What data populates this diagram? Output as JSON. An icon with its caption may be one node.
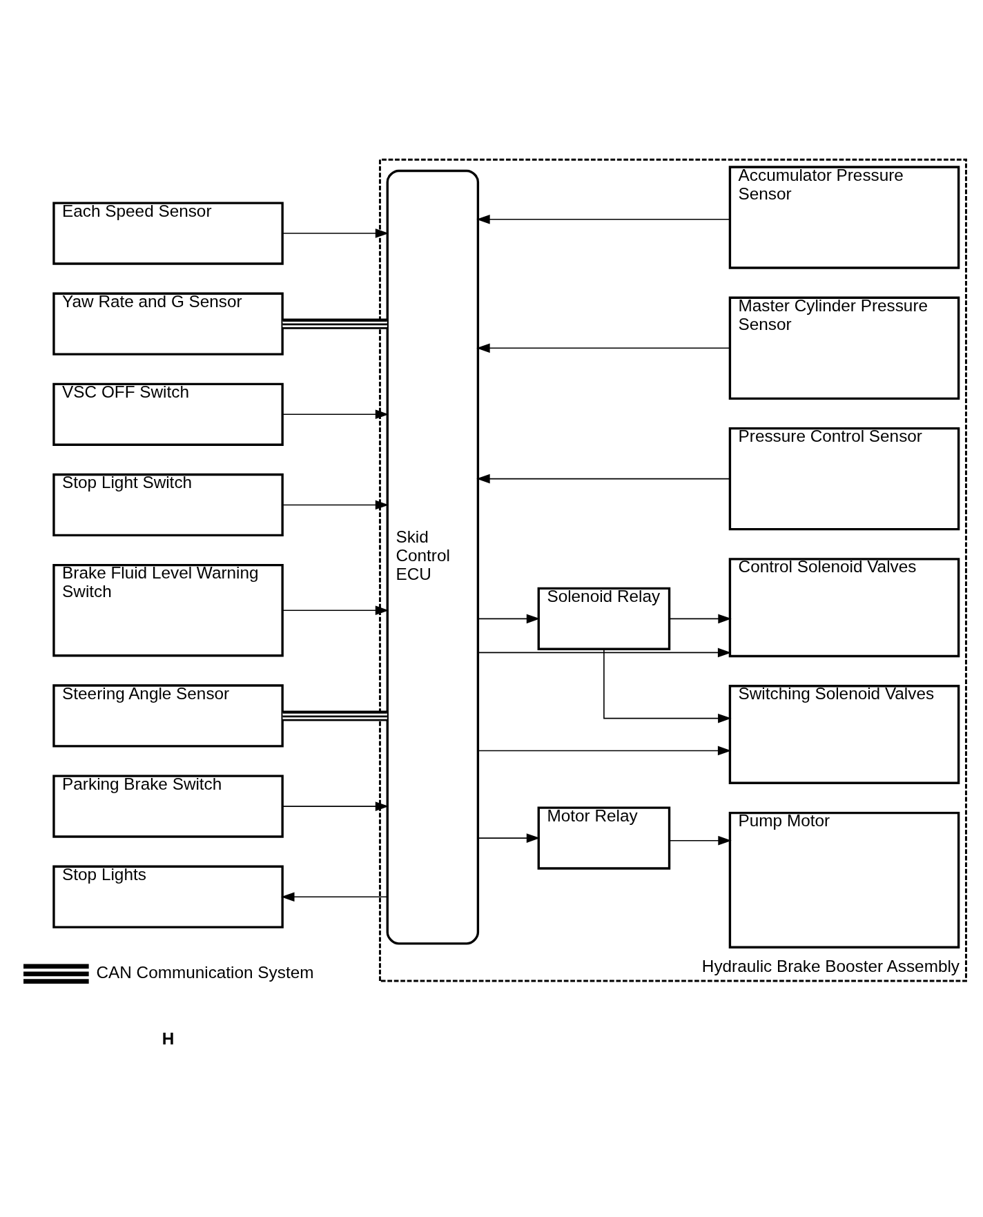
{
  "diagram": {
    "nodes": [
      {
        "text": [
          "Each Speed Sensor"
        ]
      },
      {
        "text": [
          "Yaw Rate and G Sensor"
        ]
      },
      {
        "text": [
          "VSC OFF Switch"
        ]
      },
      {
        "text": [
          "Stop Light Switch"
        ]
      },
      {
        "text": [
          "Stop Lights"
        ]
      },
      {
        "text": [
          "Brake Fluid Level Warning Switch"
        ]
      },
      {
        "text": [
          "Steering Angle Sensor"
        ]
      },
      {
        "text": [
          "Parking Brake Switch"
        ]
      },
      {
        "text": [
          "Hydraulic Brake Booster Assembly"
        ]
      },
      {
        "text": [
          "Skid Control ECU"
        ],
        "in": 8
      },
      {
        "text": [
          "Accumulator Pressure Sensor"
        ],
        "in": 8
      },
      {
        "text": [
          "Master Cylinder Pressure Sensor"
        ],
        "in": 8
      },
      {
        "text": [
          "Pressure Control Sensor"
        ],
        "in": 8
      },
      {
        "text": [
          "Solenoid Relay"
        ],
        "in": 8
      },
      {
        "text": [
          "Control Solenoid Valves"
        ],
        "in": 8
      },
      {
        "text": [
          "Switching Solenoid Valves"
        ],
        "in": 8
      },
      {
        "text": [
          "Motor Relay"
        ],
        "in": 8
      },
      {
        "text": [
          "Pump Motor"
        ],
        "in": 8
      }
    ],
    "edges": [
      {
        "from": 0,
        "to": 9,
        "arrow": "to"
      },
      {
        "from": 1,
        "to": 9,
        "arrow": "none",
        "style": "thick"
      },
      {
        "from": 2,
        "to": 9,
        "arrow": "to"
      },
      {
        "from": 3,
        "to": 9,
        "arrow": "to"
      },
      {
        "from": 9,
        "to": 4,
        "arrow": "to"
      },
      {
        "from": 5,
        "to": 9,
        "arrow": "to"
      },
      {
        "from": 6,
        "to": 9,
        "arrow": "none",
        "style": "thick"
      },
      {
        "from": 7,
        "to": 9,
        "arrow": "to"
      },
      {
        "from": 10,
        "to": 9,
        "arrow": "to"
      },
      {
        "from": 11,
        "to": 9,
        "arrow": "to"
      },
      {
        "from": 12,
        "to": 9,
        "arrow": "to"
      },
      {
        "from": 9,
        "to": 13,
        "arrow": "to"
      },
      {
        "from": 13,
        "to": 14,
        "arrow": "to"
      },
      {
        "from": 13,
        "to": 15,
        "arrow": "to"
      },
      {
        "from": 9,
        "to": 14,
        "arrow": "to"
      },
      {
        "from": 9,
        "to": 15,
        "arrow": "to"
      },
      {
        "from": 9,
        "to": 16,
        "arrow": "to"
      },
      {
        "from": 16,
        "to": 17,
        "arrow": "to"
      }
    ],
    "labels": [
      "H"
    ],
    "legend": [
      {
        "text": "CAN Communication System"
      }
    ]
  }
}
